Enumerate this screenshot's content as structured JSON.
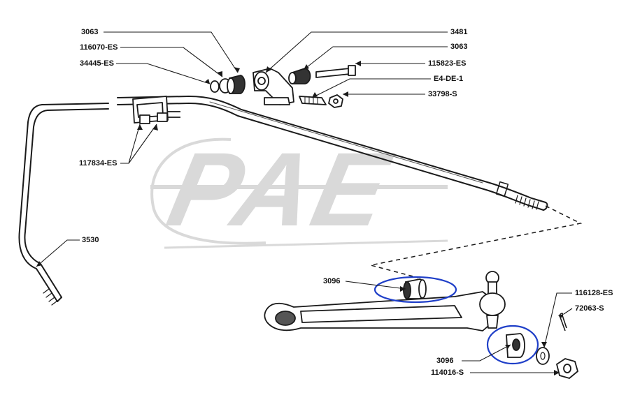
{
  "watermark": {
    "text": "PAE"
  },
  "callouts": {
    "c1": "3063",
    "c2": "116070-ES",
    "c3": "34445-ES",
    "c4": "3481",
    "c5": "3063",
    "c6": "115823-ES",
    "c7": "E4-DE-1",
    "c8": "33798-S",
    "c9": "117834-ES",
    "c10": "3530",
    "c11": "3096",
    "c12": "116128-ES",
    "c13": "72063-S",
    "c14": "3096",
    "c15": "114016-S"
  },
  "colors": {
    "line": "#1a1a1a",
    "highlight": "#1f3fc8",
    "watermark": "#d9d9d9"
  }
}
